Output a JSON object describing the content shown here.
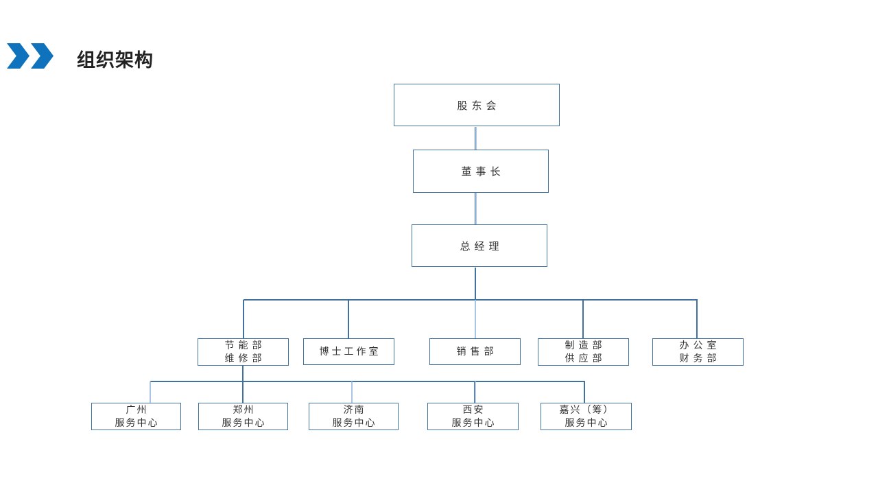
{
  "slide": {
    "title": "组织架构"
  },
  "colors": {
    "accent_blue": "#0E72BC",
    "box_border": "#41719C",
    "connector_dark": "#41719C",
    "connector_light": "#A9C4E4",
    "title_text": "#222222",
    "box_text": "#333333"
  },
  "icons": {
    "header_chevrons": "double-chevron-right"
  },
  "org_chart": {
    "nodes": [
      {
        "id": "shareholders-meeting",
        "lines": [
          "股东会"
        ]
      },
      {
        "id": "chairman",
        "lines": [
          "董事长"
        ]
      },
      {
        "id": "general-manager",
        "lines": [
          "总经理"
        ]
      },
      {
        "id": "energy-saving-maintenance-dept",
        "lines": [
          "节能部",
          "维修部"
        ]
      },
      {
        "id": "doctor-studio",
        "lines": [
          "博士工作室"
        ]
      },
      {
        "id": "sales-dept",
        "lines": [
          "销售部"
        ]
      },
      {
        "id": "manufacturing-supply-dept",
        "lines": [
          "制造部",
          "供应部"
        ]
      },
      {
        "id": "office-finance-dept",
        "lines": [
          "办公室",
          "财务部"
        ]
      },
      {
        "id": "guangzhou-service-center",
        "lines": [
          "广州",
          "服务中心"
        ]
      },
      {
        "id": "zhengzhou-service-center",
        "lines": [
          "郑州",
          "服务中心"
        ]
      },
      {
        "id": "jinan-service-center",
        "lines": [
          "济南",
          "服务中心"
        ]
      },
      {
        "id": "xian-service-center",
        "lines": [
          "西安",
          "服务中心"
        ]
      },
      {
        "id": "jiaxing-service-center",
        "lines": [
          "嘉兴（筹）",
          "服务中心"
        ]
      }
    ],
    "hierarchy_note": "股东会 > 董事长 > 总经理 > [节能部维修部, 博士工作室, 销售部, 制造部供应部, 办公室财务部]; 节能部维修部 > [广州, 郑州, 济南, 西安, 嘉兴（筹）服务中心]"
  }
}
